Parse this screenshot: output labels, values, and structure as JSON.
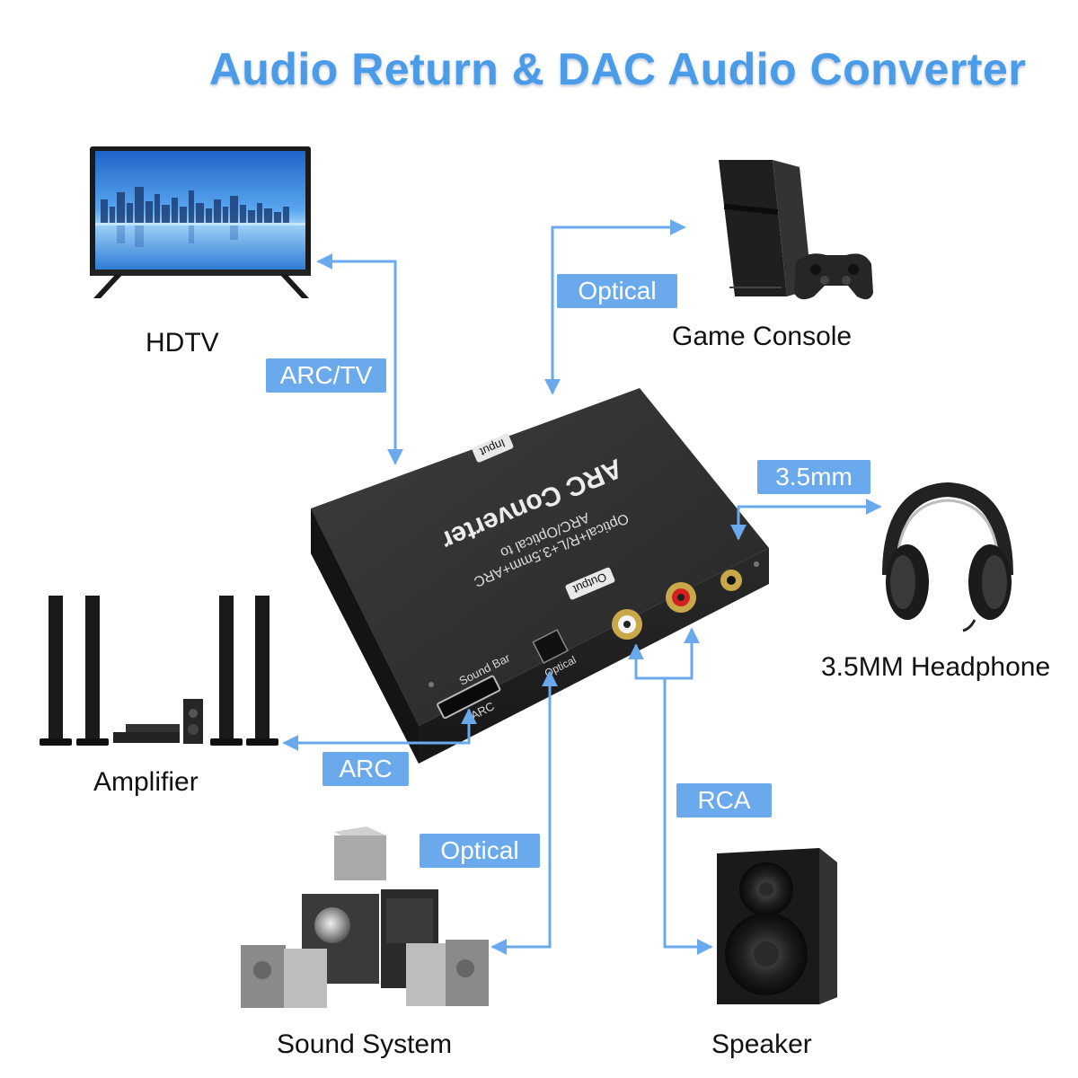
{
  "title": "Audio Return & DAC Audio Converter",
  "devices": {
    "hdtv": "HDTV",
    "game_console": "Game Console",
    "headphone": "3.5MM Headphone",
    "amplifier": "Amplifier",
    "sound_system": "Sound System",
    "speaker": "Speaker"
  },
  "connections": {
    "arc_tv": "ARC/TV",
    "optical_in": "Optical",
    "mm35": "3.5mm",
    "arc_out": "ARC",
    "optical_out": "Optical",
    "rca": "RCA"
  },
  "converter": {
    "name": "ARC Converter",
    "line1": "ARC/Optical to",
    "line2": "Optical+R/L+3.5mm+ARC",
    "input_label": "Input",
    "output_label": "Output",
    "soundbar_label": "Sound Bar",
    "arc_port_label": "ARC",
    "optical_port_label": "Optical"
  },
  "colors": {
    "accent": "#4a9be8",
    "tag_fill": "#6aaaec",
    "wire": "#6aaaec",
    "device_body": "#2b2b2b"
  }
}
